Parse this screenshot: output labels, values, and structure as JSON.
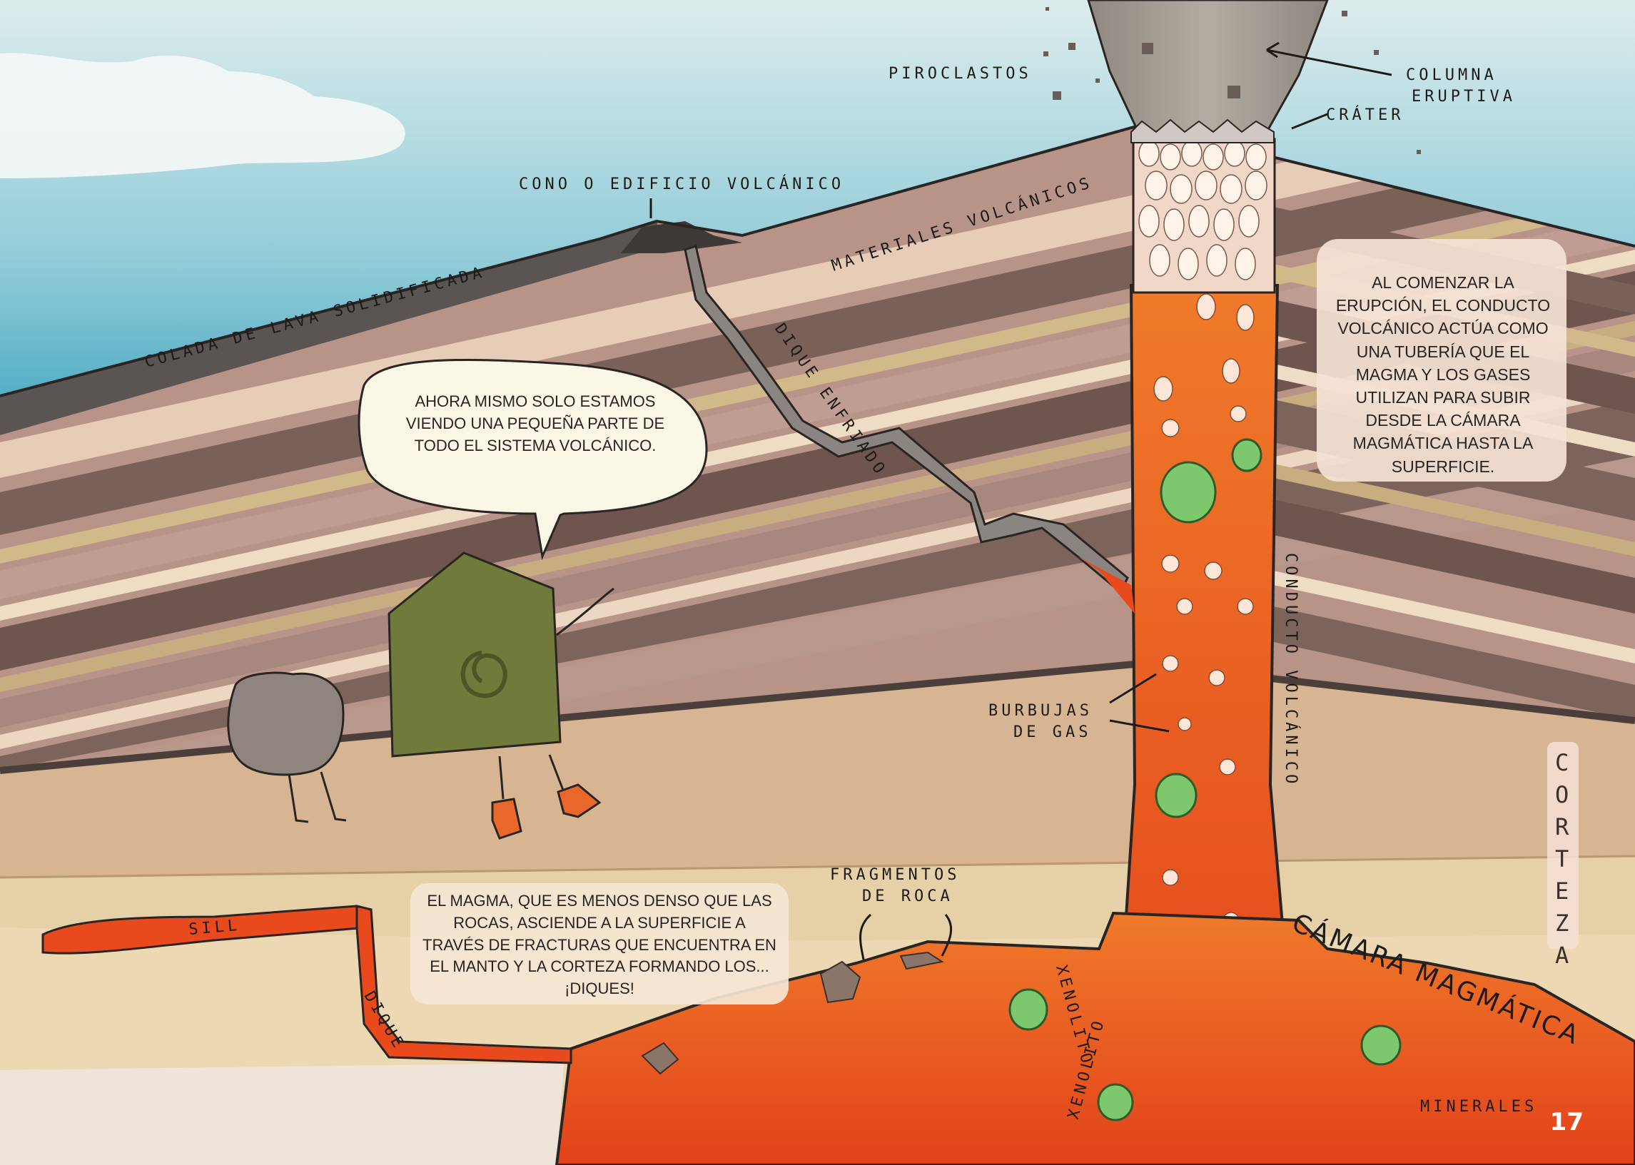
{
  "labels": {
    "piroclastos": "PIROCLASTOS",
    "columna_line1": "COLUMNA",
    "columna_line2": "ERUPTIVA",
    "crater": "CRÁTER",
    "cono": "CONO O EDIFICIO VOLCÁNICO",
    "materiales": "MATERIALES VOLCÁNICOS",
    "colada": "COLADA DE LAVA SOLIDIFICADA",
    "dique_enfriado": "DIQUE ENFRIADO",
    "conducto": "CONDUCTO VOLCÁNICO",
    "burbujas_line1": "BURBUJAS",
    "burbujas_line2": "DE GAS",
    "corteza": "CORTEZA",
    "fragmentos_line1": "FRAGMENTOS",
    "fragmentos_line2": "DE ROCA",
    "sill": "SILL",
    "dique": "DIQUE",
    "xenolito_1": "XENOLITO",
    "xenolito_2": "XENOLITO",
    "camara": "CÁMARA MAGMÁTICA",
    "minerales": "MINERALES"
  },
  "notes": {
    "speech_bubble": "AHORA MISMO SOLO ESTAMOS VIENDO UNA PEQUEÑA PARTE DE TODO EL SISTEMA VOLCÁNICO.",
    "conduit_note": "AL COMENZAR LA ERUPCIÓN, EL CONDUCTO VOLCÁNICO ACTÚA COMO UNA TUBERÍA QUE EL MAGMA Y LOS GASES UTILIZAN PARA SUBIR DESDE LA CÁMARA MAGMÁTICA HASTA LA SUPERFICIE.",
    "magma_note": "EL MAGMA, QUE ES MENOS DENSO QUE LAS ROCAS, ASCIENDE A LA SUPERFICIE A TRAVÉS DE FRACTURAS QUE ENCUENTRA EN EL MANTO Y LA CORTEZA FORMANDO LOS... ¡DIQUES!"
  },
  "page_number": "17",
  "colors": {
    "sky": "#a9d4de",
    "lava": "#e8491d",
    "rock_light": "#c2a493",
    "rock_dark": "#7a6158",
    "crust_sand": "#d7b593",
    "crystal_green": "#7dc86c"
  }
}
